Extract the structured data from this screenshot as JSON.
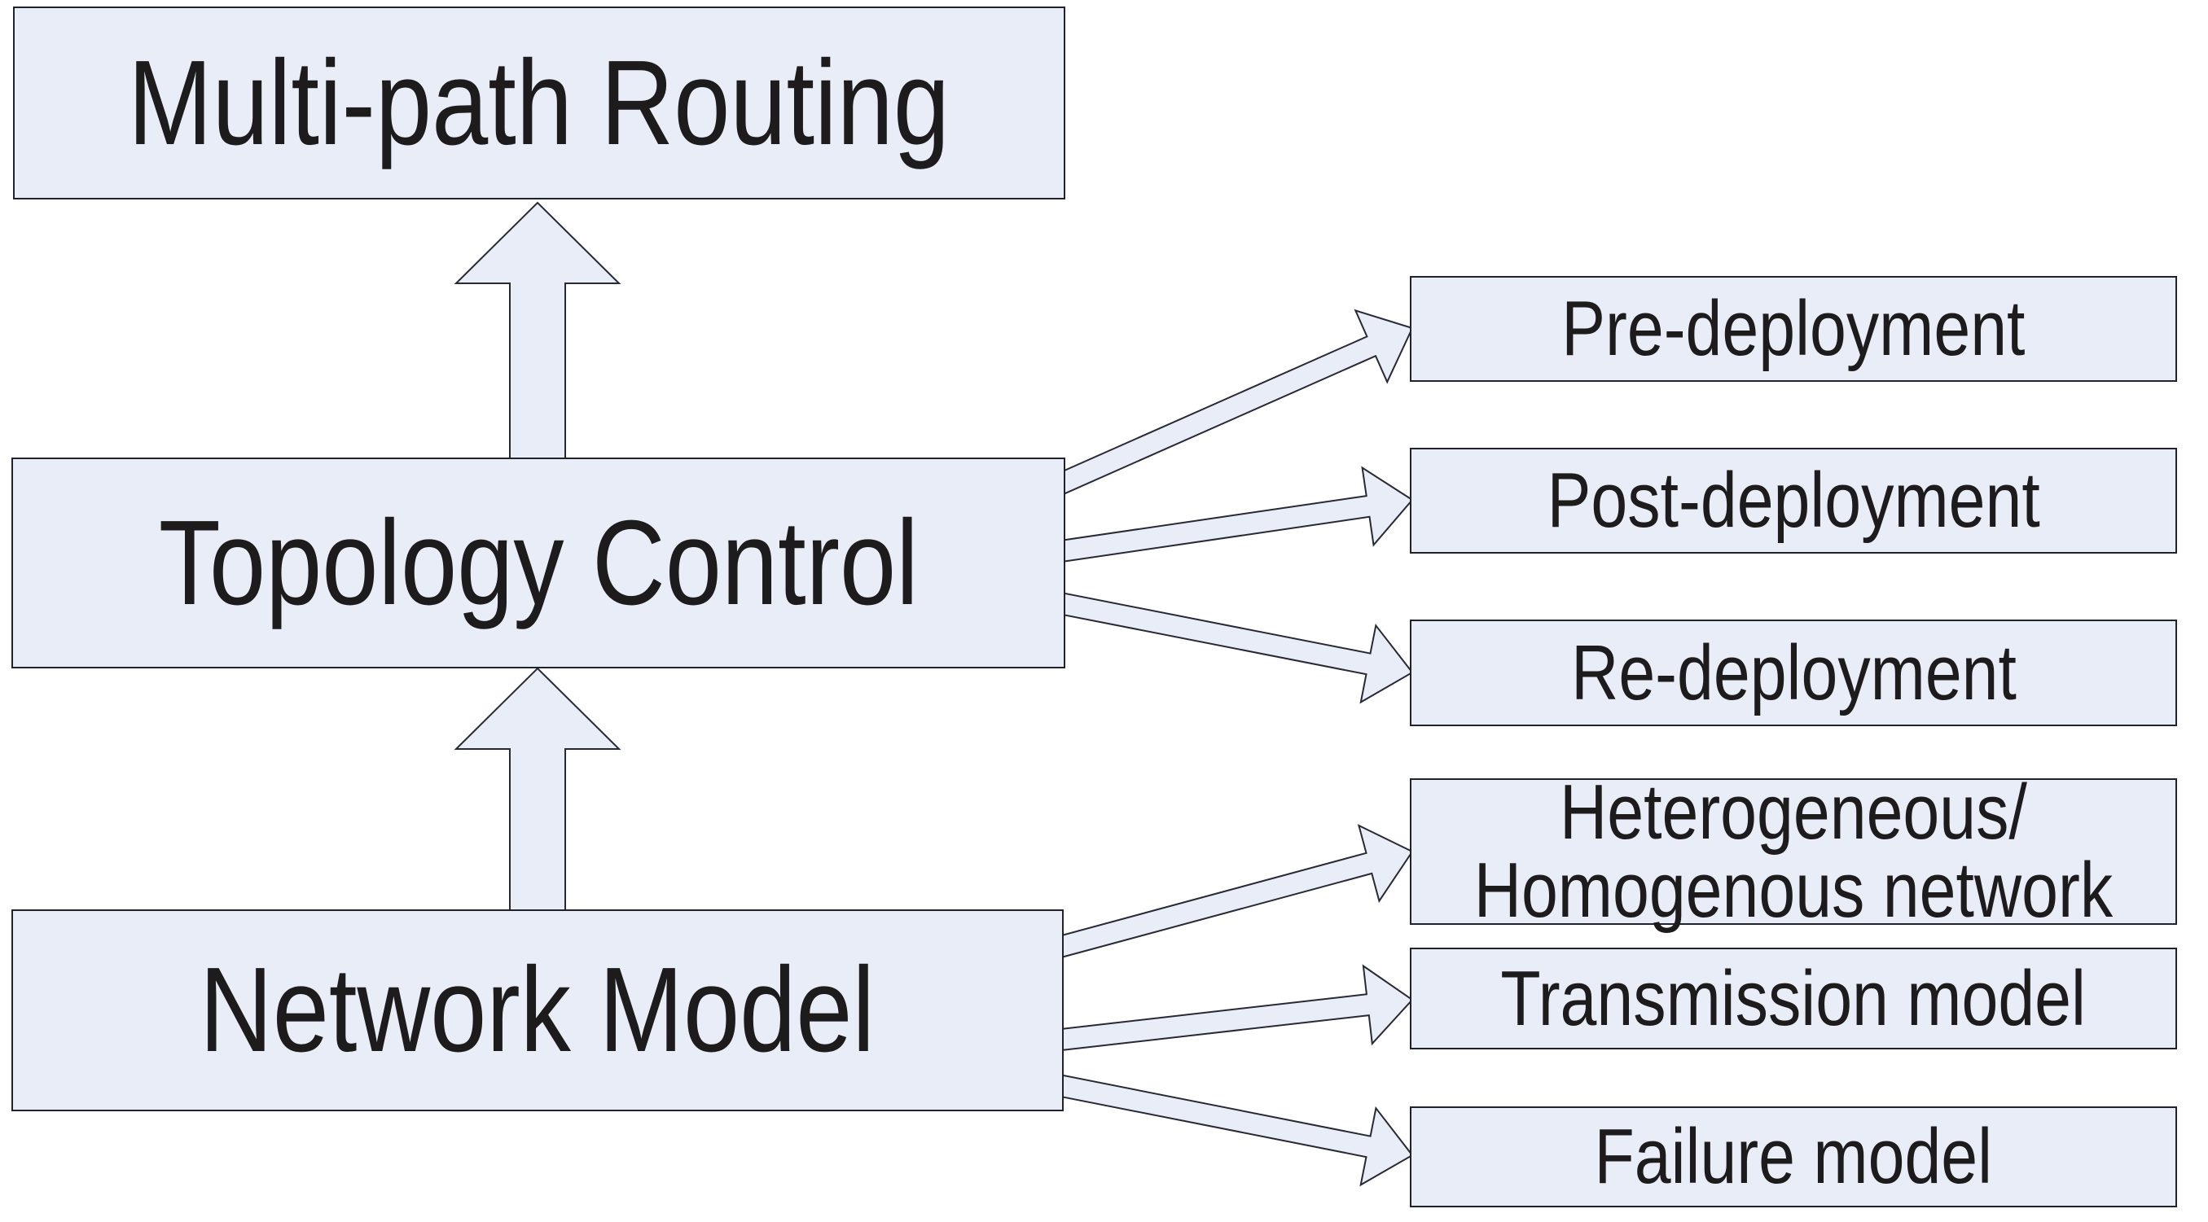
{
  "boxes": {
    "multipath": {
      "label": "Multi-path Routing"
    },
    "topology": {
      "label": "Topology Control"
    },
    "network": {
      "label": "Network Model"
    },
    "pre": {
      "label": "Pre-deployment"
    },
    "post": {
      "label": "Post-deployment"
    },
    "re": {
      "label": "Re-deployment"
    },
    "het": {
      "label": "Heterogeneous/\nHomogenous network"
    },
    "trans": {
      "label": "Transmission model"
    },
    "fail": {
      "label": "Failure model"
    }
  },
  "edges": [
    {
      "from": "Network Model",
      "to": "Topology Control"
    },
    {
      "from": "Topology Control",
      "to": "Multi-path Routing"
    },
    {
      "from": "Topology Control",
      "to": "Pre-deployment"
    },
    {
      "from": "Topology Control",
      "to": "Post-deployment"
    },
    {
      "from": "Topology Control",
      "to": "Re-deployment"
    },
    {
      "from": "Network Model",
      "to": "Heterogeneous/Homogenous network"
    },
    {
      "from": "Network Model",
      "to": "Transmission model"
    },
    {
      "from": "Network Model",
      "to": "Failure model"
    }
  ],
  "colors": {
    "background": "#ffffff",
    "box_fill": "#e8edf7",
    "box_border": "#20222c",
    "arrow_fill": "#e8edf7",
    "arrow_outline": "#272935",
    "text": "#1d1b1c"
  }
}
